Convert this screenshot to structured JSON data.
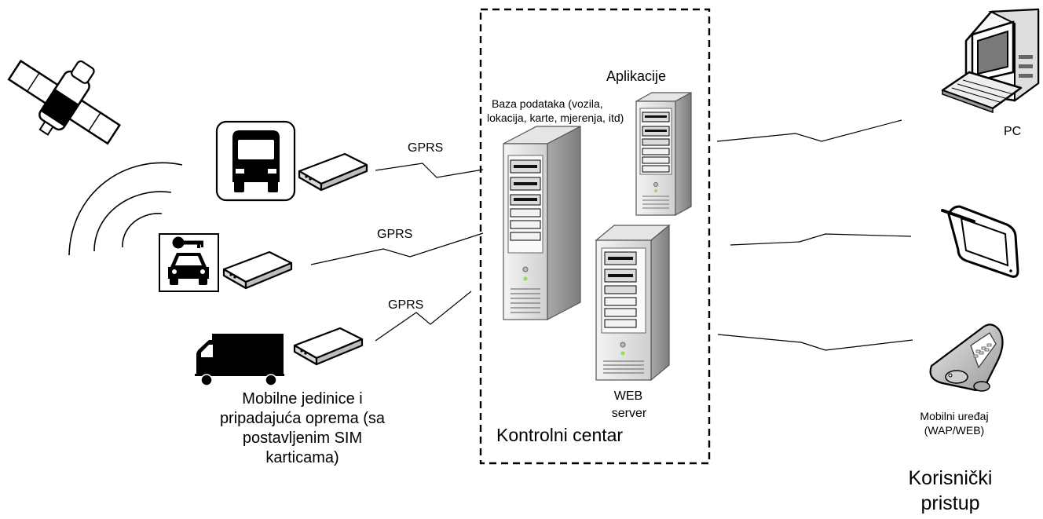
{
  "control_center": {
    "label": "Kontrolni centar",
    "database_label": [
      "Baza podataka (vozila,",
      "lokacija, karte, mjerenja, itd)"
    ],
    "app_server_label": "Aplikacije",
    "web_server_label": [
      "WEB",
      "server"
    ]
  },
  "links": {
    "bus_link": "GPRS",
    "car_link": "GPRS",
    "truck_link": "GPRS"
  },
  "mobile_units": {
    "caption": [
      "Mobilne jedinice i",
      "pripadajuća oprema (sa",
      "postavljenim SIM",
      "karticama)"
    ]
  },
  "user_access": {
    "pc_label": "PC",
    "mobile_label": [
      "Mobilni uređaj",
      "(WAP/WEB)"
    ],
    "caption": [
      "Korisnički",
      "pristup"
    ]
  }
}
